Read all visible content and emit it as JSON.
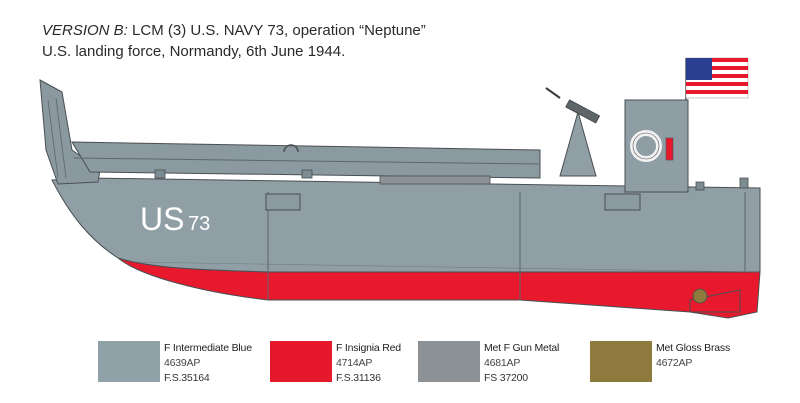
{
  "caption": {
    "version_label": "VERSION B:",
    "line1_rest": " LCM (3) U.S. NAVY 73, operation “Neptune”",
    "line2": "U.S. landing force, Normandy, 6th June 1944."
  },
  "hull_marking": {
    "letters": "US",
    "number": "73"
  },
  "colors": {
    "hull_grey": "#909ea6",
    "hull_red": "#e8192c",
    "outline": "#4a4f52",
    "deck_shadow": "#7d8b93"
  },
  "paints": [
    {
      "name": "F Intermediate Blue",
      "code": "4639AP",
      "fs": "F.S.35164",
      "color": "#8fa2a8"
    },
    {
      "name": "F Insignia Red",
      "code": "4714AP",
      "fs": "F.S.31136",
      "color": "#e5192b"
    },
    {
      "name": "Met F Gun Metal",
      "code": "4681AP",
      "fs": "FS 37200",
      "color": "#8c9295"
    },
    {
      "name": "Met Gloss Brass",
      "code": "4672AP",
      "fs": "",
      "color": "#8e7a3c"
    }
  ]
}
